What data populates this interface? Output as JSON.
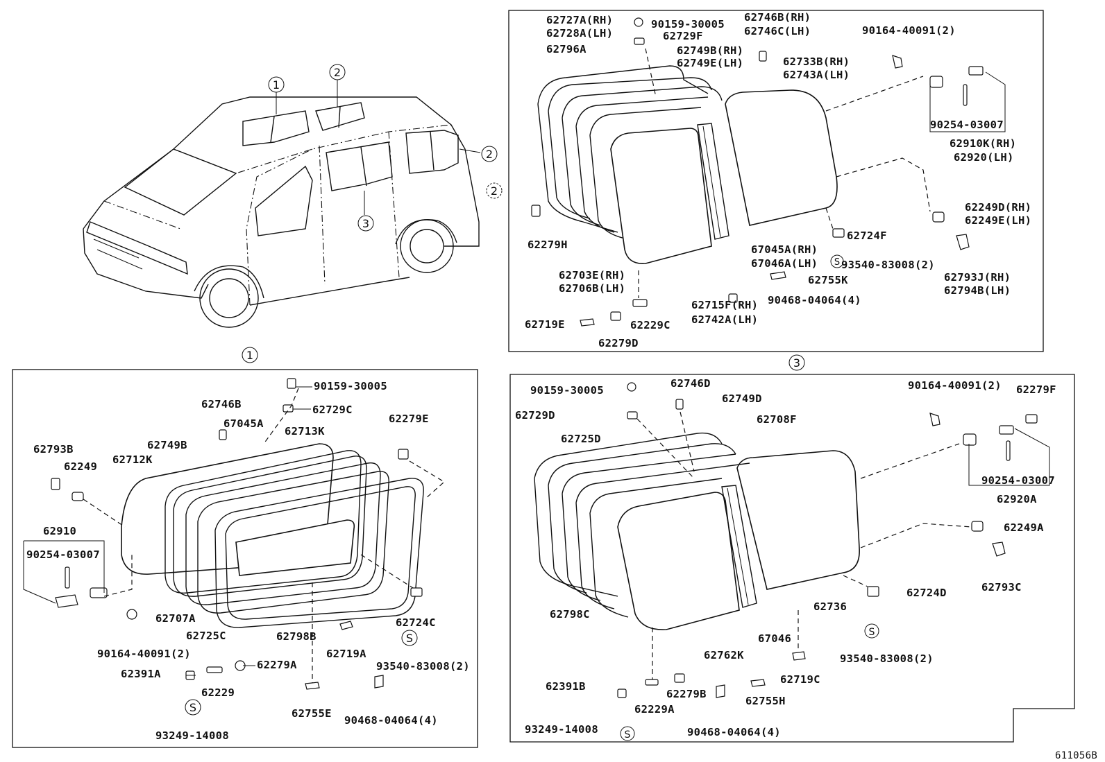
{
  "figure_code": "611056B",
  "callout_marks": {
    "c1": "1",
    "c2": "2",
    "c3": "3",
    "s": "S"
  },
  "panels": {
    "vehicle": {
      "callouts": [
        "1",
        "2",
        "2",
        "2",
        "3"
      ]
    },
    "panel1": {
      "labels": [
        "90159-30005",
        "62746B",
        "62729C",
        "67045A",
        "62713K",
        "62279E",
        "62793B",
        "62249",
        "62749B",
        "62712K",
        "62910",
        "90254-03007",
        "62707A",
        "62725C",
        "62798B",
        "62724C",
        "90164-40091(2)",
        "62719A",
        "62391A",
        "62279A",
        "62229",
        "93540-83008(2)",
        "62755E",
        "90468-04064(4)",
        "93249-14008"
      ]
    },
    "panel2": {
      "labels": [
        "62727A(RH)",
        "62728A(LH)",
        "90159-30005",
        "62729F",
        "62746B(RH)",
        "62746C(LH)",
        "62796A",
        "62749B(RH)",
        "62749E(LH)",
        "62733B(RH)",
        "62743A(LH)",
        "90164-40091(2)",
        "90254-03007",
        "62910K(RH)",
        "62920(LH)",
        "62249D(RH)",
        "62249E(LH)",
        "62279H",
        "62724F",
        "67045A(RH)",
        "67046A(LH)",
        "93540-83008(2)",
        "62703E(RH)",
        "62706B(LH)",
        "62755K",
        "62793J(RH)",
        "62794B(LH)",
        "90468-04064(4)",
        "62715F(RH)",
        "62742A(LH)",
        "62719E",
        "62229C",
        "62279D"
      ]
    },
    "panel3": {
      "labels": [
        "90159-30005",
        "62746D",
        "90164-40091(2)",
        "62279F",
        "62749D",
        "62729D",
        "62708F",
        "62725D",
        "90254-03007",
        "62920A",
        "62249A",
        "62793C",
        "62798C",
        "62736",
        "62724D",
        "67046",
        "62762K",
        "93540-83008(2)",
        "62719C",
        "62391B",
        "62279B",
        "62755H",
        "62229A",
        "93249-14008",
        "90468-04064(4)"
      ]
    }
  }
}
